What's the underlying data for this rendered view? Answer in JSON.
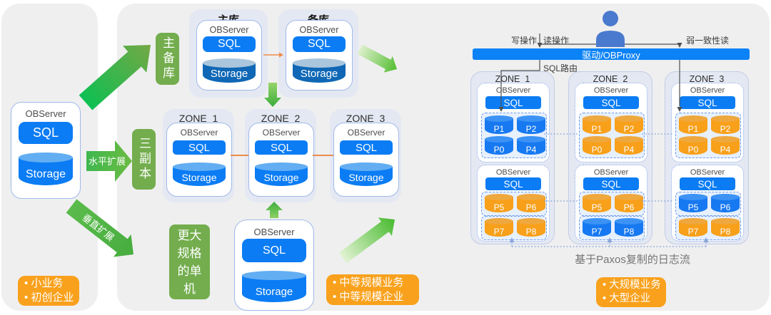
{
  "standalone_left": {
    "title": "OBServer",
    "sql": "SQL",
    "storage": "Storage"
  },
  "bottom_observer": {
    "title": "OBServer",
    "sql": "SQL",
    "storage": "Storage"
  },
  "green": {
    "primary_backup": "主备库",
    "three_replicas": "三副本",
    "bigger_machine": "更大规格的单机",
    "horizontal_scale": "水平扩展",
    "vertical_scale": "垂直扩展"
  },
  "tags": {
    "small": {
      "lines": [
        "• 小业务",
        "• 初创企业"
      ]
    },
    "medium": {
      "lines": [
        "• 中等规模业务",
        "• 中等规模企业"
      ]
    },
    "large": {
      "lines": [
        "• 大规模业务",
        "• 大型企业"
      ]
    }
  },
  "primary_backup_flow": {
    "primary": {
      "label": "主库",
      "title": "OBServer",
      "sql": "SQL",
      "storage": "Storage"
    },
    "standby": {
      "label": "备库",
      "title": "OBServer",
      "sql": "SQL",
      "storage": "Storage"
    }
  },
  "replica_flow": {
    "zones": [
      {
        "label": "ZONE_1",
        "title": "OBServer",
        "sql": "SQL",
        "storage": "Storage"
      },
      {
        "label": "ZONE_2",
        "title": "OBServer",
        "sql": "SQL",
        "storage": "Storage"
      },
      {
        "label": "ZONE_3",
        "title": "OBServer",
        "sql": "SQL",
        "storage": "Storage"
      }
    ]
  },
  "cluster": {
    "user_ops": {
      "write": "写操作",
      "read": "读操作",
      "weak_read": "弱一致性读",
      "sql_route": "SQL路由"
    },
    "proxy": "驱动/OBProxy",
    "paxos": "基于Paxos复制的日志流",
    "zones": [
      {
        "label": "ZONE_1",
        "box1": {
          "title": "OBServer",
          "sql": "SQL",
          "partitions": [
            {
              "t": "P1",
              "c": "blue"
            },
            {
              "t": "P2",
              "c": "blue"
            },
            {
              "t": "P0",
              "c": "blue"
            },
            {
              "t": "P4",
              "c": "blue"
            }
          ]
        },
        "box2": {
          "title": "OBServer",
          "sql": "SQL",
          "pa": [
            {
              "t": "P5",
              "c": "orange"
            },
            {
              "t": "P6",
              "c": "orange"
            }
          ],
          "pb": [
            {
              "t": "P7",
              "c": "orange"
            },
            {
              "t": "P8",
              "c": "orange"
            }
          ]
        }
      },
      {
        "label": "ZONE_2",
        "box1": {
          "title": "OBServer",
          "sql": "SQL",
          "partitions": [
            {
              "t": "P1",
              "c": "orange"
            },
            {
              "t": "P2",
              "c": "orange"
            },
            {
              "t": "P0",
              "c": "orange"
            },
            {
              "t": "P4",
              "c": "orange"
            }
          ]
        },
        "box2": {
          "title": "OBServer",
          "sql": "SQL",
          "pa": [
            {
              "t": "P5",
              "c": "orange"
            },
            {
              "t": "P6",
              "c": "orange"
            }
          ],
          "pb": [
            {
              "t": "P7",
              "c": "blue"
            },
            {
              "t": "P8",
              "c": "blue"
            }
          ]
        }
      },
      {
        "label": "ZONE_3",
        "box1": {
          "title": "OBServer",
          "sql": "SQL",
          "partitions": [
            {
              "t": "P1",
              "c": "orange"
            },
            {
              "t": "P2",
              "c": "orange"
            },
            {
              "t": "P0",
              "c": "orange"
            },
            {
              "t": "P4",
              "c": "orange"
            }
          ]
        },
        "box2": {
          "title": "OBServer",
          "sql": "SQL",
          "pa": [
            {
              "t": "P5",
              "c": "blue"
            },
            {
              "t": "P6",
              "c": "blue"
            }
          ],
          "pb": [
            {
              "t": "P7",
              "c": "orange"
            },
            {
              "t": "P8",
              "c": "orange"
            }
          ]
        }
      }
    ]
  },
  "colors": {
    "sql_blue": "#0b7cf4",
    "storage_dark_blue": "#0f67b5",
    "partition_blue": "#1779f1",
    "partition_orange": "#f8a01a",
    "green_box": "#73ad4d",
    "tag_orange": "#f9a11c",
    "proxy_blue": "#0b82f6",
    "panel_gray": "#efeff0",
    "group_lavender": "#e4e8f2"
  }
}
